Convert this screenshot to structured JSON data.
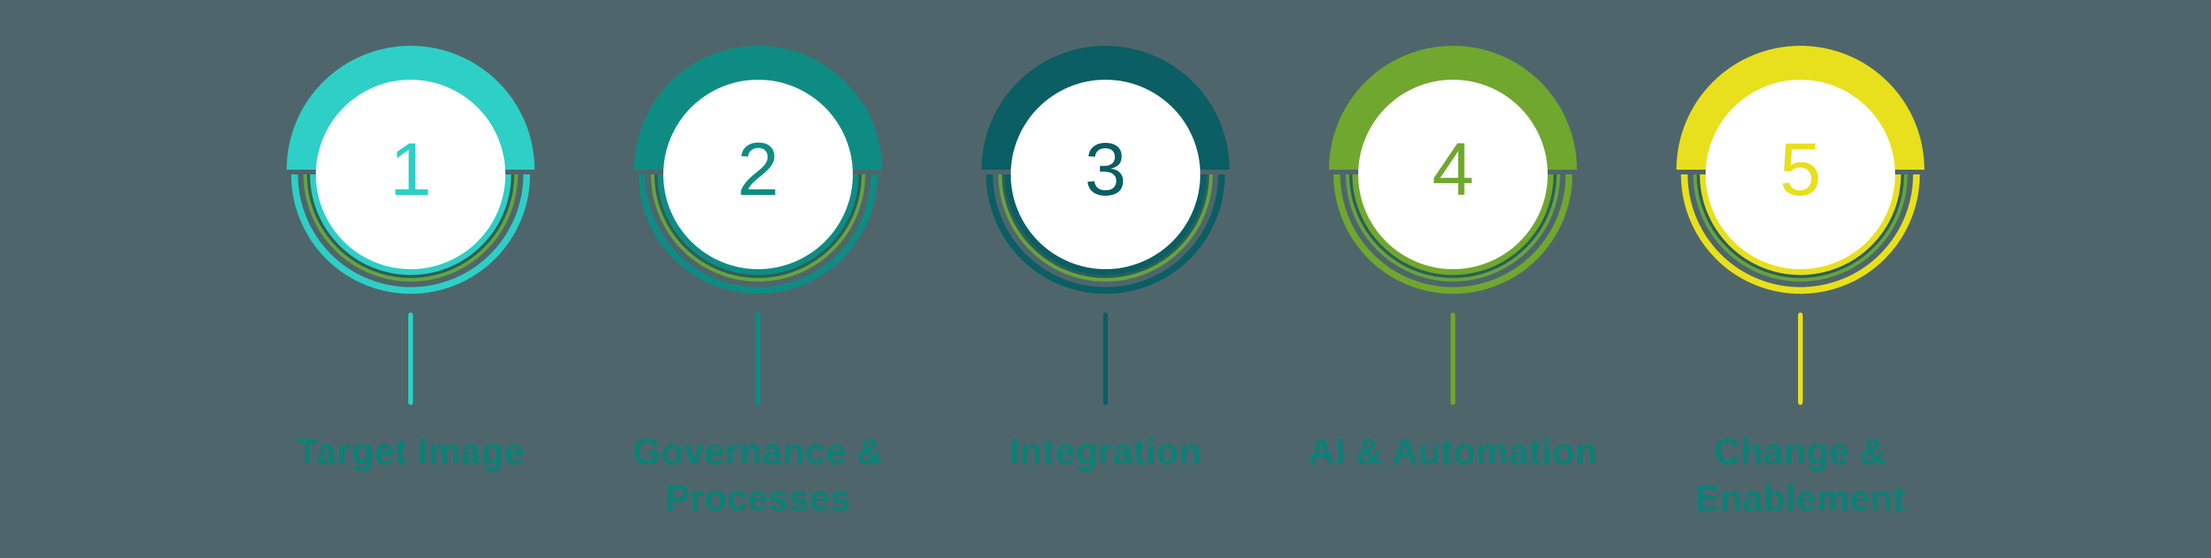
{
  "diagram": {
    "background": "#4e666b",
    "label_color": "#0c8077",
    "glow_dark": "#2c5f58",
    "glow_olive": "#67a340",
    "steps": [
      {
        "number": "1",
        "color": "#2ecfc6",
        "label": "Target Image",
        "label_lines": [
          "Target Image"
        ]
      },
      {
        "number": "2",
        "color": "#0e8c84",
        "label": "Governance & Processes",
        "label_lines": [
          "Governance &",
          "Processes"
        ]
      },
      {
        "number": "3",
        "color": "#0a5e64",
        "label": "Integration",
        "label_lines": [
          "Integration"
        ]
      },
      {
        "number": "4",
        "color": "#70a72e",
        "label": "AI & Automation",
        "label_lines": [
          "AI & Automation"
        ]
      },
      {
        "number": "5",
        "color": "#e8e01c",
        "label": "Change & Enablement",
        "label_lines": [
          "Change &",
          "Enablement"
        ]
      }
    ]
  }
}
